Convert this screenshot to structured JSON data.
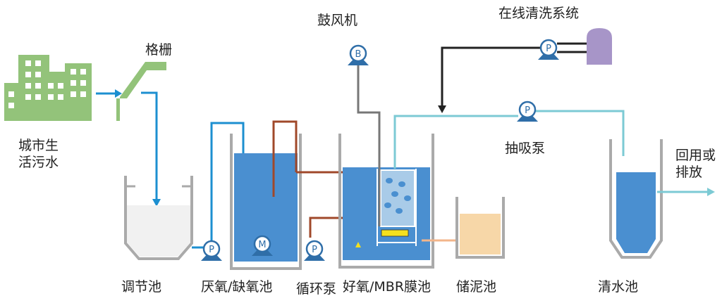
{
  "labels": {
    "city_sewage_line1": "城市生",
    "city_sewage_line2": "活污水",
    "grille": "格栅",
    "blower": "鼓风机",
    "cleaning_system": "在线清洗系统",
    "suction_pump": "抽吸泵",
    "reuse_line1": "回用或",
    "reuse_line2": "排放",
    "regulating_tank": "调节池",
    "anaerobic_tank": "厌氧/缺氧池",
    "circulation_pump": "循环泵",
    "mbr_tank": "好氧/MBR膜池",
    "sludge_tank": "储泥池",
    "clean_water_tank": "清水池"
  },
  "icons": {
    "pump_letter": "P",
    "blower_letter": "B",
    "mixer_letter": "M"
  },
  "colors": {
    "water_blue": "#4a8fd0",
    "light_blue_pipe": "#1c8fd0",
    "cyan_pipe": "#7ccad4",
    "brown_pipe": "#a0482a",
    "gray_pipe": "#777777",
    "black_pipe": "#222222",
    "building_green": "#93c37a",
    "sludge": "#f7d7a8",
    "membrane_purple": "#a795c8"
  }
}
